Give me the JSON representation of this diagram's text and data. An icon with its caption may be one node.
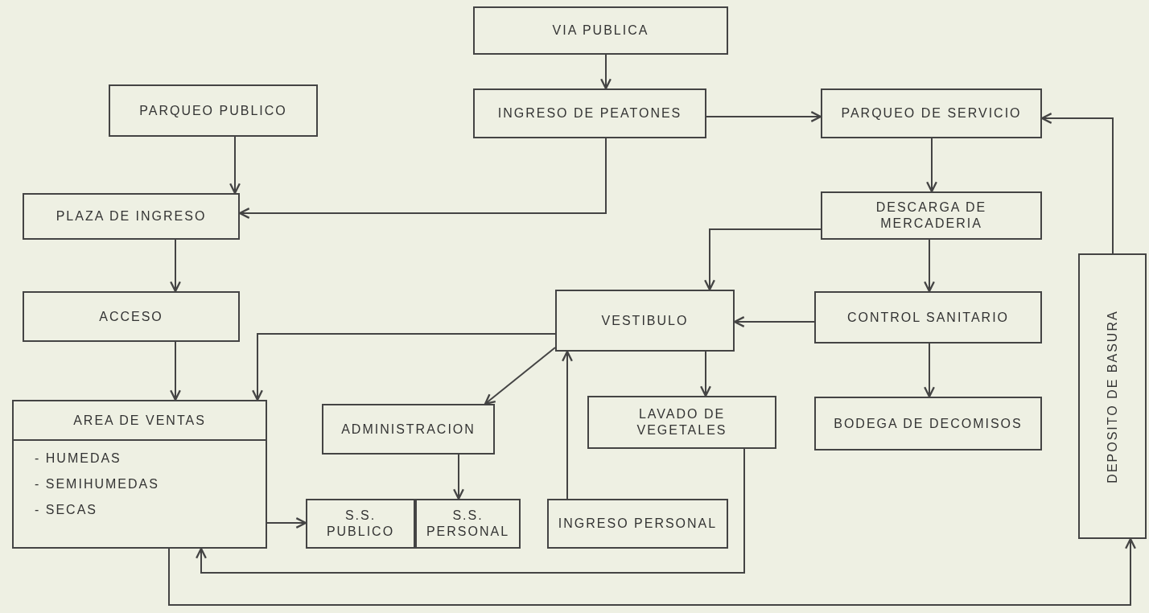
{
  "diagram": {
    "nodes": [
      {
        "text": [
          "VIA PUBLICA"
        ]
      },
      {
        "text": [
          "PARQUEO PUBLICO"
        ]
      },
      {
        "text": [
          "INGRESO DE PEATONES"
        ]
      },
      {
        "text": [
          "PARQUEO DE SERVICIO"
        ]
      },
      {
        "text": [
          "PLAZA DE INGRESO"
        ]
      },
      {
        "text": [
          "DESCARGA DE MERCADERIA"
        ]
      },
      {
        "text": [
          "ACCESO"
        ]
      },
      {
        "text": [
          "VESTIBULO"
        ]
      },
      {
        "text": [
          "CONTROL SANITARIO"
        ]
      },
      {
        "text": [
          "AREA DE VENTAS",
          "- HUMEDAS",
          "- SEMIHUMEDAS",
          "- SECAS"
        ]
      },
      {
        "text": [
          "DEPOSITO DE BASURA"
        ]
      },
      {
        "text": [
          "ADMINISTRACION"
        ]
      },
      {
        "text": [
          "LAVADO DE VEGETALES"
        ]
      },
      {
        "text": [
          "BODEGA DE DECOMISOS"
        ]
      },
      {
        "text": [
          "S.S. PUBLICO"
        ]
      },
      {
        "text": [
          "S.S. PERSONAL"
        ]
      },
      {
        "text": [
          "INGRESO PERSONAL"
        ]
      }
    ],
    "edges": [
      {
        "from": 0,
        "to": 2,
        "arrow": "to"
      },
      {
        "from": 2,
        "to": 3,
        "arrow": "to"
      },
      {
        "from": 2,
        "to": 4,
        "arrow": "to"
      },
      {
        "from": 1,
        "to": 4,
        "arrow": "to"
      },
      {
        "from": 3,
        "to": 5,
        "arrow": "to"
      },
      {
        "from": 5,
        "to": 8,
        "arrow": "to"
      },
      {
        "from": 5,
        "to": 7,
        "arrow": "to"
      },
      {
        "from": 8,
        "to": 7,
        "arrow": "to"
      },
      {
        "from": 4,
        "to": 6,
        "arrow": "to"
      },
      {
        "from": 6,
        "to": 9,
        "arrow": "to"
      },
      {
        "from": 7,
        "to": 9,
        "arrow": "to"
      },
      {
        "from": 7,
        "to": 11,
        "arrow": "to"
      },
      {
        "from": 7,
        "to": 12,
        "arrow": "to"
      },
      {
        "from": 8,
        "to": 13,
        "arrow": "to"
      },
      {
        "from": 11,
        "to": 15,
        "arrow": "to"
      },
      {
        "from": 9,
        "to": 14,
        "arrow": "to"
      },
      {
        "from": 16,
        "to": 7,
        "arrow": "to"
      },
      {
        "from": 12,
        "to": 9,
        "arrow": "to"
      },
      {
        "from": 9,
        "to": 10,
        "arrow": "to"
      },
      {
        "from": 10,
        "to": 3,
        "arrow": "to"
      }
    ]
  }
}
